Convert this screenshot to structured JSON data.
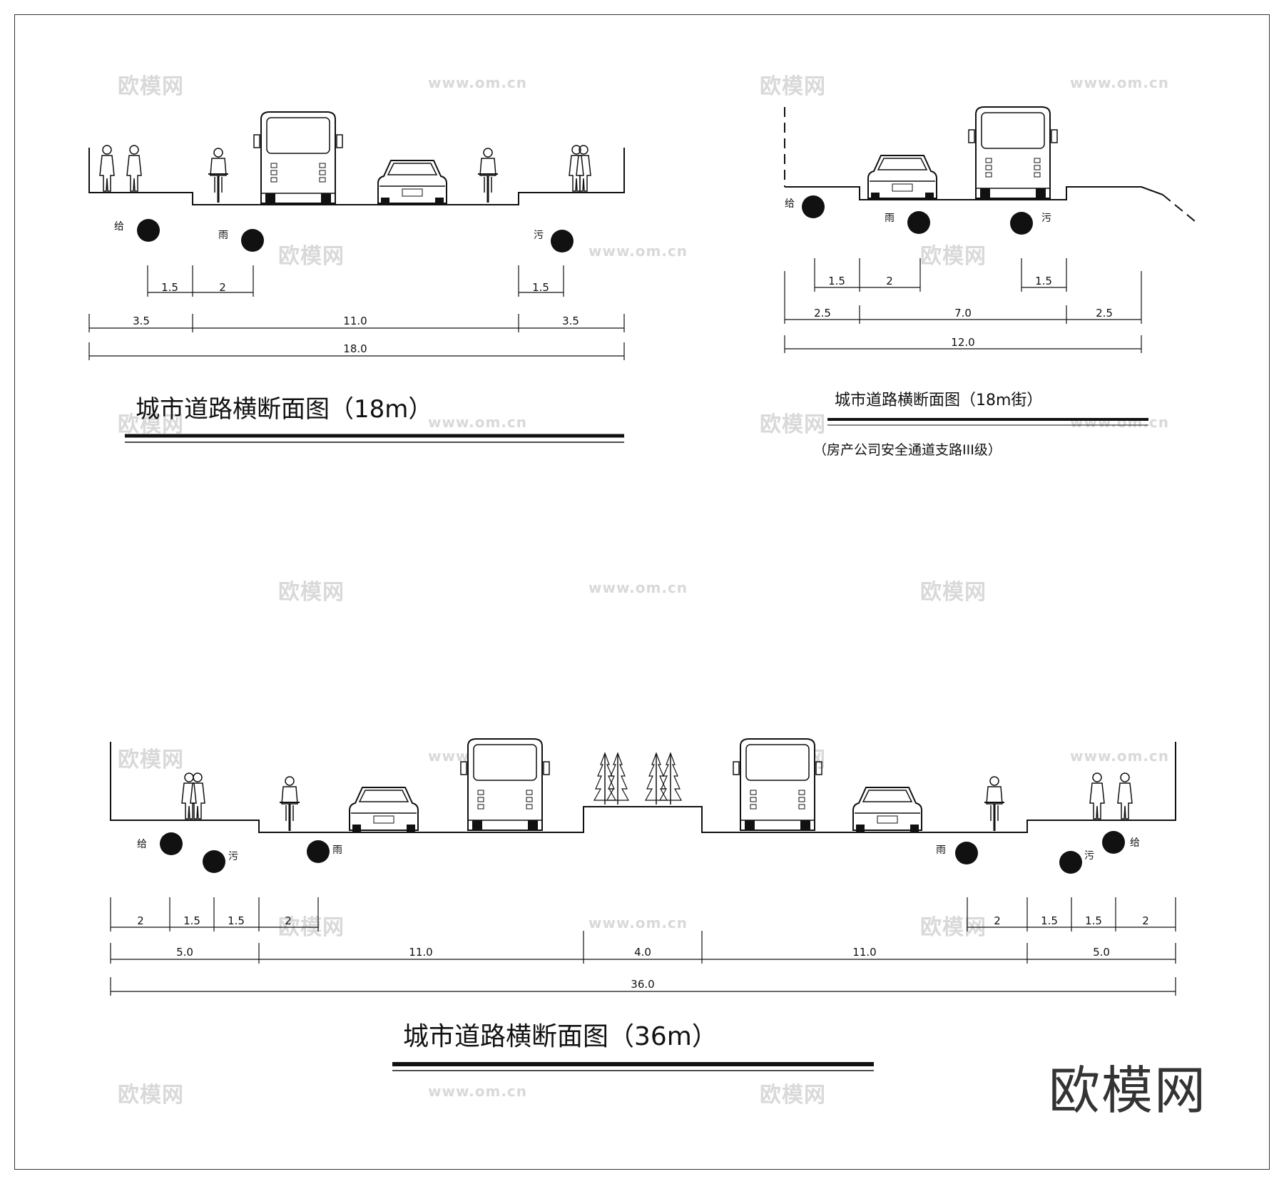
{
  "diagram_a": {
    "title": "城市道路横断面图（18m）",
    "pipes": {
      "supply": "给",
      "rain": "雨",
      "sewage": "污"
    },
    "dims_small": [
      "1.5",
      "2",
      "1.5"
    ],
    "dims_mid": [
      "3.5",
      "11.0",
      "3.5"
    ],
    "dims_total": "18.0"
  },
  "diagram_b": {
    "title": "城市道路横断面图（18m街）",
    "subtitle": "（房产公司安全通道支路III级）",
    "pipes": {
      "supply": "给",
      "rain": "雨",
      "sewage": "污"
    },
    "dims_small": [
      "1.5",
      "2",
      "1.5"
    ],
    "dims_mid": [
      "2.5",
      "7.0",
      "2.5"
    ],
    "dims_total": "12.0"
  },
  "diagram_c": {
    "title": "城市道路横断面图（36m）",
    "pipes": {
      "supply": "给",
      "rain": "雨",
      "sewage": "污"
    },
    "dims_small": [
      "2",
      "1.5",
      "1.5",
      "2",
      "2",
      "1.5",
      "1.5",
      "2"
    ],
    "dims_mid": [
      "5.0",
      "11.0",
      "4.0",
      "11.0",
      "5.0"
    ],
    "dims_total": "36.0"
  },
  "watermarks": {
    "cn": "欧模网",
    "url": "www.om.cn"
  },
  "brand": "欧模网"
}
